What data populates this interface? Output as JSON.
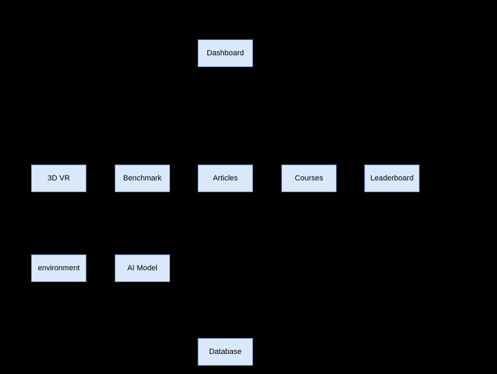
{
  "diagram": {
    "background": "#000000",
    "node_fill": "#dae8fc",
    "node_stroke": "#6c8ebf",
    "nodes": {
      "dashboard": "Dashboard",
      "vr_3d": "3D VR",
      "benchmark": "Benchmark",
      "articles": "Articles",
      "courses": "Courses",
      "leaderboard": "Leaderboard",
      "environment": "environment",
      "ai_model": "AI Model",
      "database": "Database"
    }
  }
}
